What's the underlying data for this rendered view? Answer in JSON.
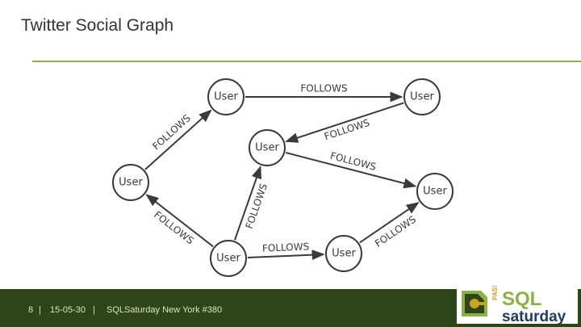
{
  "slide": {
    "title": "Twitter Social Graph",
    "accent_color": "#8db04a",
    "footer_color": "#2e4419"
  },
  "diagram": {
    "nodes": [
      {
        "id": "n1",
        "label": "User"
      },
      {
        "id": "n2",
        "label": "User"
      },
      {
        "id": "n3",
        "label": "User"
      },
      {
        "id": "n4",
        "label": "User"
      },
      {
        "id": "n5",
        "label": "User"
      },
      {
        "id": "n6",
        "label": "User"
      },
      {
        "id": "n7",
        "label": "User"
      }
    ],
    "edges": [
      {
        "from": "n4",
        "to": "n1",
        "label": "FOLLOWS"
      },
      {
        "from": "n1",
        "to": "n2",
        "label": "FOLLOWS"
      },
      {
        "from": "n2",
        "to": "n3",
        "label": "FOLLOWS"
      },
      {
        "from": "n3",
        "to": "n5",
        "label": "FOLLOWS"
      },
      {
        "from": "n6",
        "to": "n4",
        "label": "FOLLOWS"
      },
      {
        "from": "n6",
        "to": "n3",
        "label": "FOLLOWS"
      },
      {
        "from": "n6",
        "to": "n7",
        "label": "FOLLOWS"
      },
      {
        "from": "n7",
        "to": "n5",
        "label": "FOLLOWS"
      }
    ]
  },
  "footer": {
    "slide_number": "8",
    "separator": "|",
    "date": "15-05-30",
    "event": "SQLSaturday New York #380"
  },
  "logo": {
    "pass_text": "PASS",
    "sql_text": "SQL",
    "saturday_text": "saturday",
    "colors": {
      "pass": "#c9a227",
      "sql": "#8db04a",
      "saturday": "#1f3b63"
    }
  }
}
